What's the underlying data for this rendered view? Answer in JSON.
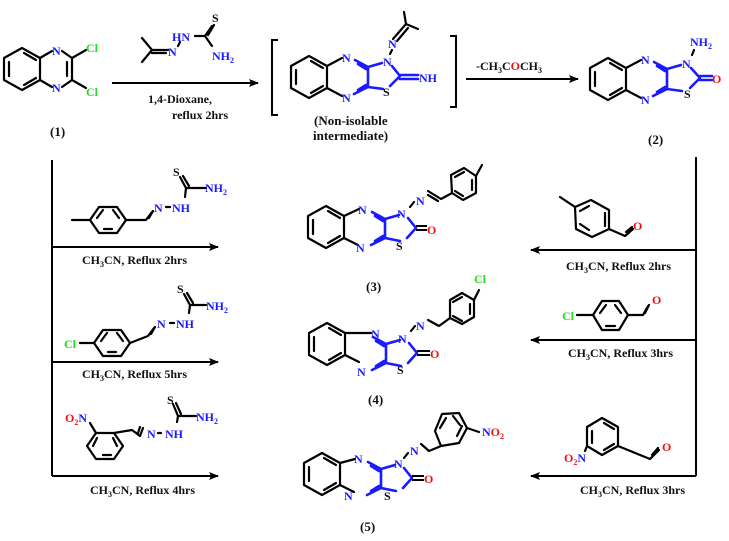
{
  "colors": {
    "bond": "#000000",
    "ring_highlight": "#1a1aff",
    "nitrogen": "#1a1aff",
    "chlorine": "#22dd22",
    "oxygen": "#ee1111",
    "sulfur": "#111111"
  },
  "compounds": {
    "c1": {
      "label": "(1)",
      "name": "2,3-dichloroquinoxaline",
      "atoms": {
        "n": "N",
        "cl": "Cl"
      }
    },
    "intermediate": {
      "label": "(Non-isolable",
      "label2": "intermediate)",
      "atoms": {
        "n": "N",
        "s": "S",
        "nh": "NH"
      }
    },
    "c2": {
      "label": "(2)",
      "atoms": {
        "n": "N",
        "s": "S",
        "o": "O",
        "nh2": "NH",
        "nh2sub": "2"
      }
    },
    "c3": {
      "label": "(3)",
      "substituent": "4-methyl"
    },
    "c4": {
      "label": "(4)",
      "substituent": "4-chloro"
    },
    "c5": {
      "label": "(5)",
      "substituent": "3-nitro"
    }
  },
  "reagents": {
    "acetone_tsc": {
      "hn": "HN",
      "n": "N",
      "s": "S",
      "nh2": "NH",
      "sub": "2"
    },
    "tsc_left": {
      "n": "N",
      "nh": "NH",
      "s": "S",
      "nh2": "NH",
      "sub": "2",
      "cl": "Cl",
      "o2n": "O",
      "o2n_sub": "2",
      "o2n_n": "N"
    },
    "aldehyde": {
      "o": "O",
      "cl": "Cl"
    }
  },
  "steps": {
    "step1": {
      "line1": "1,4-Dioxane,",
      "line2": "reflux 2hrs"
    },
    "step2": {
      "prefix": "-CH",
      "sub1": "3",
      "c": "C",
      "o": "O",
      "ch": "CH",
      "sub2": "3"
    },
    "left": [
      {
        "pre": "CH",
        "sub": "3",
        "post": "CN, Reflux 2hrs"
      },
      {
        "pre": "CH",
        "sub": "3",
        "post": "CN, Reflux 5hrs"
      },
      {
        "pre": "CH",
        "sub": "3",
        "post": "CN, Reflux 4hrs"
      }
    ],
    "right": [
      {
        "pre": "CH",
        "sub": "3",
        "post": "CN, Reflux 2hrs"
      },
      {
        "pre": "CH",
        "sub": "3",
        "post": "CN, Reflux 3hrs"
      },
      {
        "pre": "CH",
        "sub": "3",
        "post": "CN, Reflux 3hrs"
      }
    ]
  }
}
